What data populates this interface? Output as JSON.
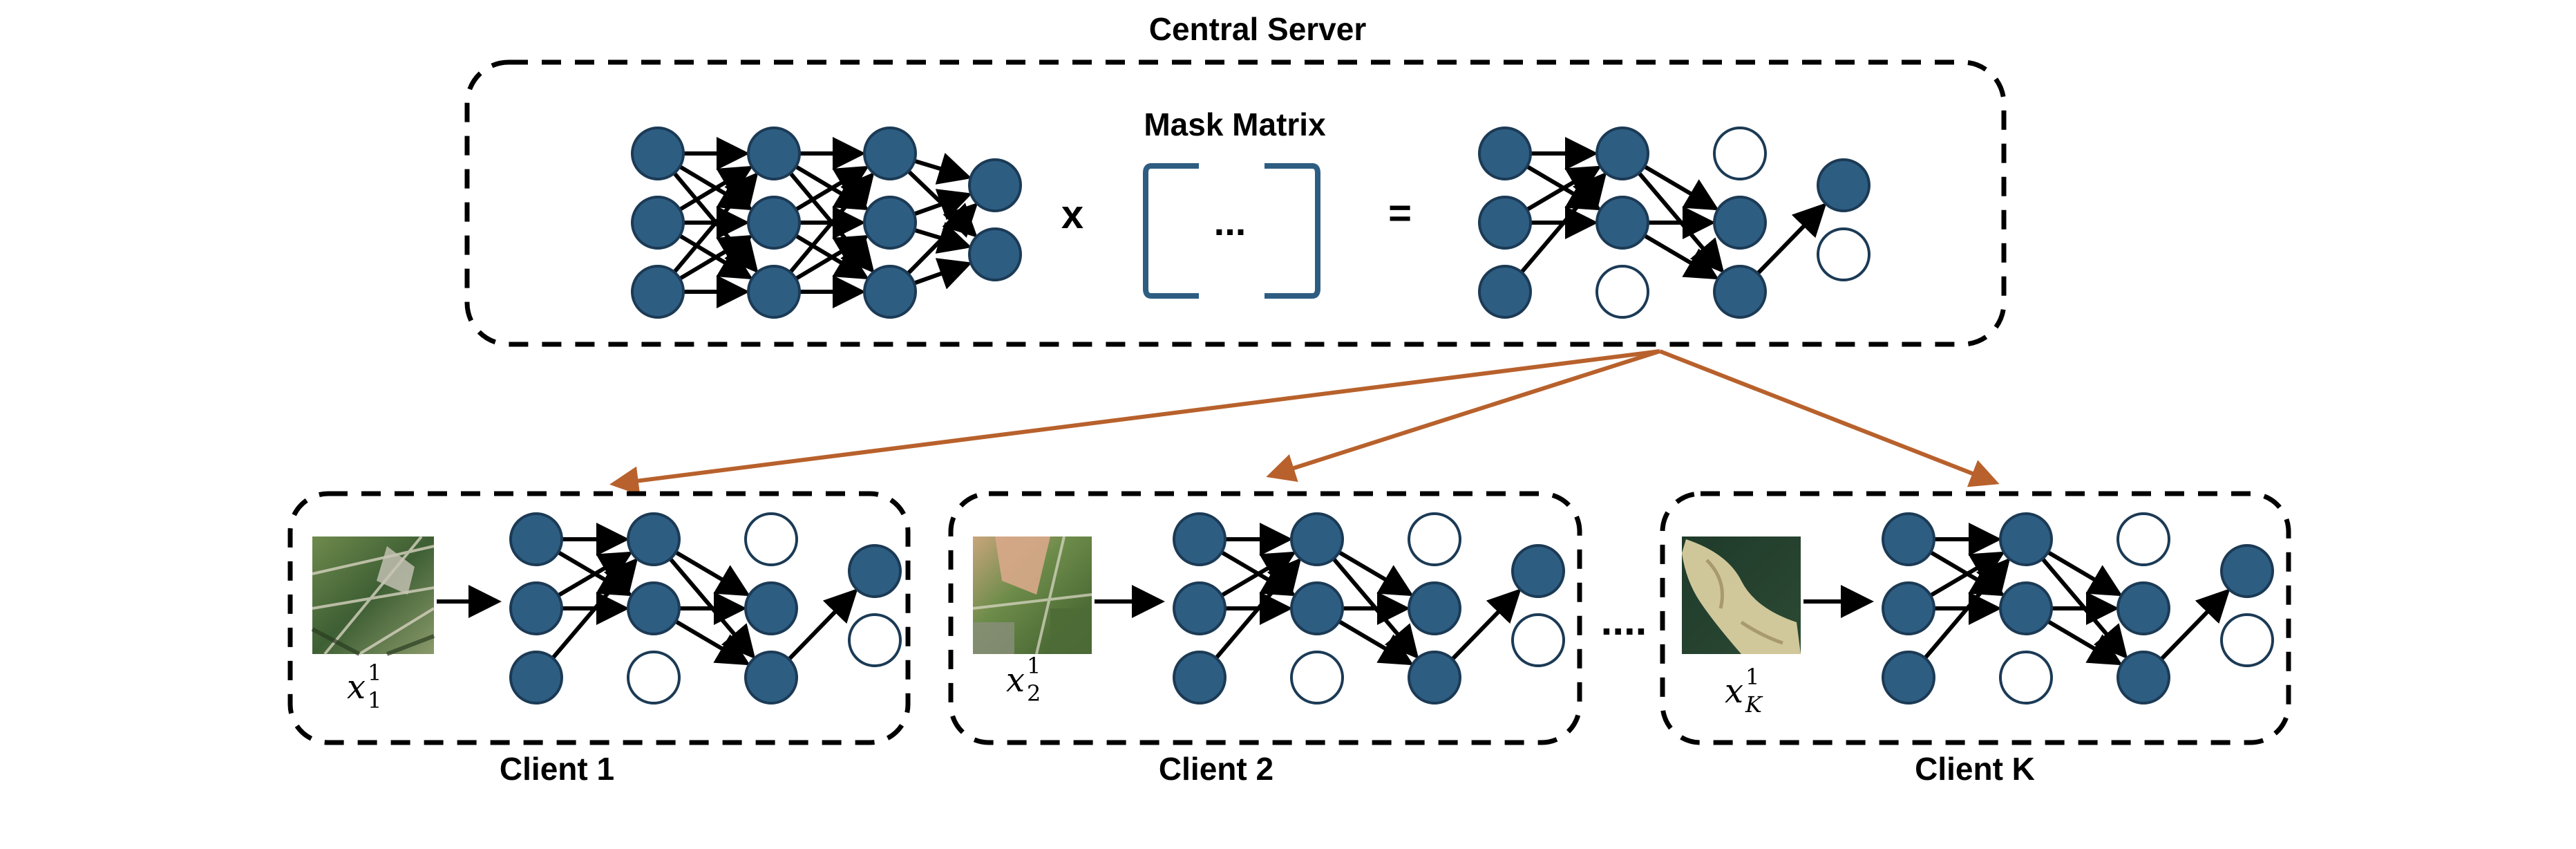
{
  "server": {
    "title": "Central Server",
    "mask_label": "Mask Matrix",
    "times": "x",
    "ellipsis": "...",
    "equals": "="
  },
  "clients": [
    {
      "label": "Client 1",
      "var_base": "x",
      "var_sup": "1",
      "var_sub": "1"
    },
    {
      "label": "Client 2",
      "var_base": "x",
      "var_sup": "1",
      "var_sub": "2"
    },
    {
      "label": "Client K",
      "var_base": "x",
      "var_sup": "1",
      "var_sub": "K"
    }
  ],
  "between_clients": "....",
  "colors": {
    "node": "#2e5d82",
    "node_stroke": "#1b3a55",
    "edge": "#000000",
    "broadcast_arrow": "#b8612c",
    "bracket": "#2e5d82"
  },
  "icons": [
    "satellite-image-farmland",
    "satellite-image-fields",
    "satellite-image-coast"
  ]
}
